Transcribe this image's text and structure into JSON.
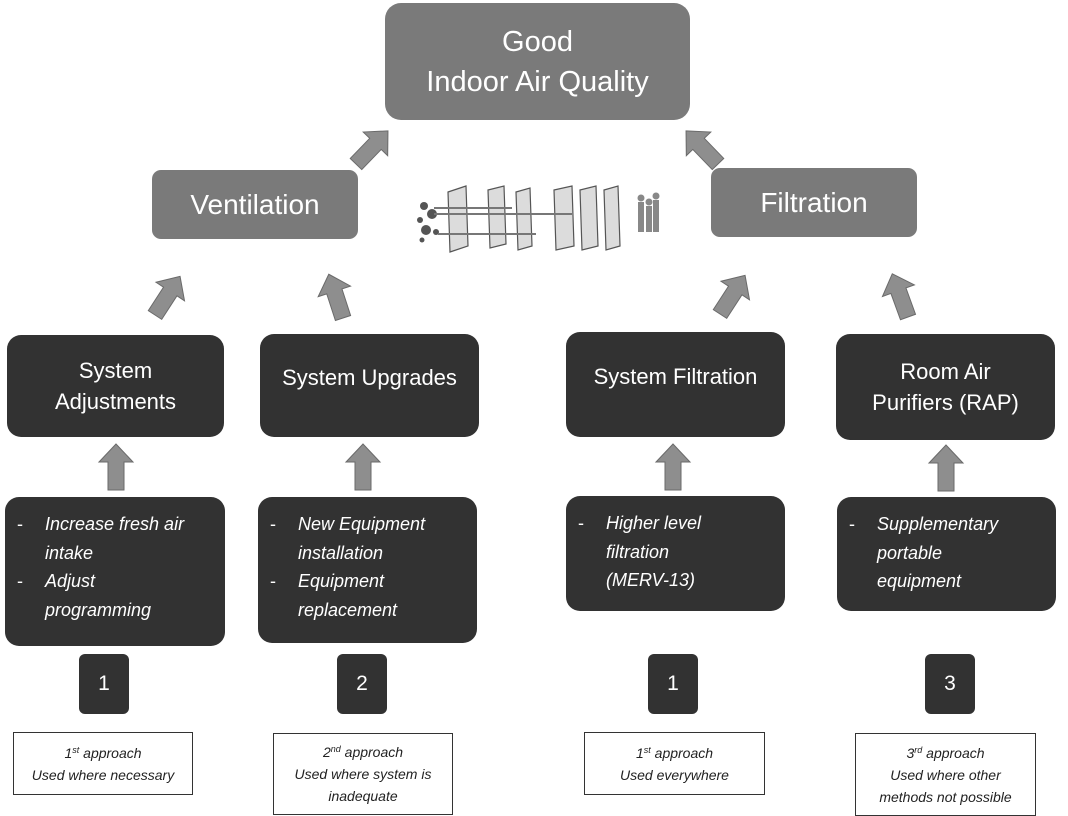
{
  "goal": {
    "line1": "Good",
    "line2": "Indoor Air Quality"
  },
  "strategies": [
    {
      "label": "Ventilation"
    },
    {
      "label": "Filtration"
    }
  ],
  "illustration": {
    "icon": "layered-filter-barrier-icon",
    "description": "Particles passing through layered barriers toward a group of people"
  },
  "methods": [
    {
      "title": "System\nAdjustments",
      "items": [
        "Increase fresh air\nintake",
        "Adjust\nprogramming"
      ],
      "priority": "1",
      "note": {
        "ordinal": "1",
        "suffix": "st",
        "approach": " approach",
        "usage": "Used where necessary"
      }
    },
    {
      "title": "System Upgrades",
      "items": [
        "New Equipment\ninstallation",
        "Equipment\nreplacement"
      ],
      "priority": "2",
      "note": {
        "ordinal": "2",
        "suffix": "nd",
        "approach": " approach",
        "usage": "Used where system is\ninadequate"
      }
    },
    {
      "title": "System Filtration",
      "items": [
        "Higher level\nfiltration\n(MERV-13)"
      ],
      "priority": "1",
      "note": {
        "ordinal": "1",
        "suffix": "st",
        "approach": " approach",
        "usage": "Used everywhere"
      }
    },
    {
      "title": "Room Air\nPurifiers (RAP)",
      "items": [
        "Supplementary\nportable\nequipment"
      ],
      "priority": "3",
      "note": {
        "ordinal": "3",
        "suffix": "rd",
        "approach": " approach",
        "usage": "Used where other\nmethods not possible"
      }
    }
  ],
  "bullet_marker": "-",
  "colors": {
    "top_box": "#7a7a7a",
    "dark_box": "#323232",
    "arrow": "#8e8e8e",
    "text_light": "#ffffff"
  }
}
